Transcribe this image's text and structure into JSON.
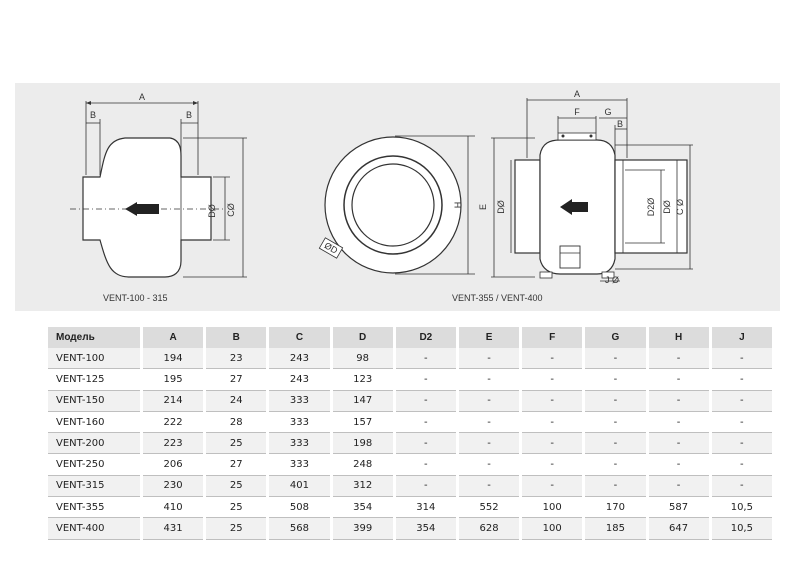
{
  "drawings": {
    "left_caption": "VENT-100 - 315",
    "right_caption": "VENT-355 / VENT-400",
    "left_labels": {
      "a": "A",
      "b_left": "B",
      "b_right": "B",
      "d": "DØ",
      "c": "CØ"
    },
    "right_labels": {
      "a": "A",
      "f": "F",
      "g": "G",
      "b": "B",
      "h": "H",
      "e": "E",
      "d": "DØ",
      "d2": "D2Ø",
      "c": "C Ø",
      "j": "J Ø",
      "badge": "ØD"
    }
  },
  "table": {
    "headers": [
      "Модель",
      "A",
      "B",
      "C",
      "D",
      "D2",
      "E",
      "F",
      "G",
      "H",
      "J"
    ],
    "rows": [
      [
        "VENT-100",
        "194",
        "23",
        "243",
        "98",
        "-",
        "-",
        "-",
        "-",
        "-",
        "-"
      ],
      [
        "VENT-125",
        "195",
        "27",
        "243",
        "123",
        "-",
        "-",
        "-",
        "-",
        "-",
        "-"
      ],
      [
        "VENT-150",
        "214",
        "24",
        "333",
        "147",
        "-",
        "-",
        "-",
        "-",
        "-",
        "-"
      ],
      [
        "VENT-160",
        "222",
        "28",
        "333",
        "157",
        "-",
        "-",
        "-",
        "-",
        "-",
        "-"
      ],
      [
        "VENT-200",
        "223",
        "25",
        "333",
        "198",
        "-",
        "-",
        "-",
        "-",
        "-",
        "-"
      ],
      [
        "VENT-250",
        "206",
        "27",
        "333",
        "248",
        "-",
        "-",
        "-",
        "-",
        "-",
        "-"
      ],
      [
        "VENT-315",
        "230",
        "25",
        "401",
        "312",
        "-",
        "-",
        "-",
        "-",
        "-",
        "-"
      ],
      [
        "VENT-355",
        "410",
        "25",
        "508",
        "354",
        "314",
        "552",
        "100",
        "170",
        "587",
        "10,5"
      ],
      [
        "VENT-400",
        "431",
        "25",
        "568",
        "399",
        "354",
        "628",
        "100",
        "185",
        "647",
        "10,5"
      ]
    ]
  },
  "colors": {
    "panel": "#ececec",
    "header": "#dcdcdc",
    "stripe": "#f1f1f1"
  }
}
